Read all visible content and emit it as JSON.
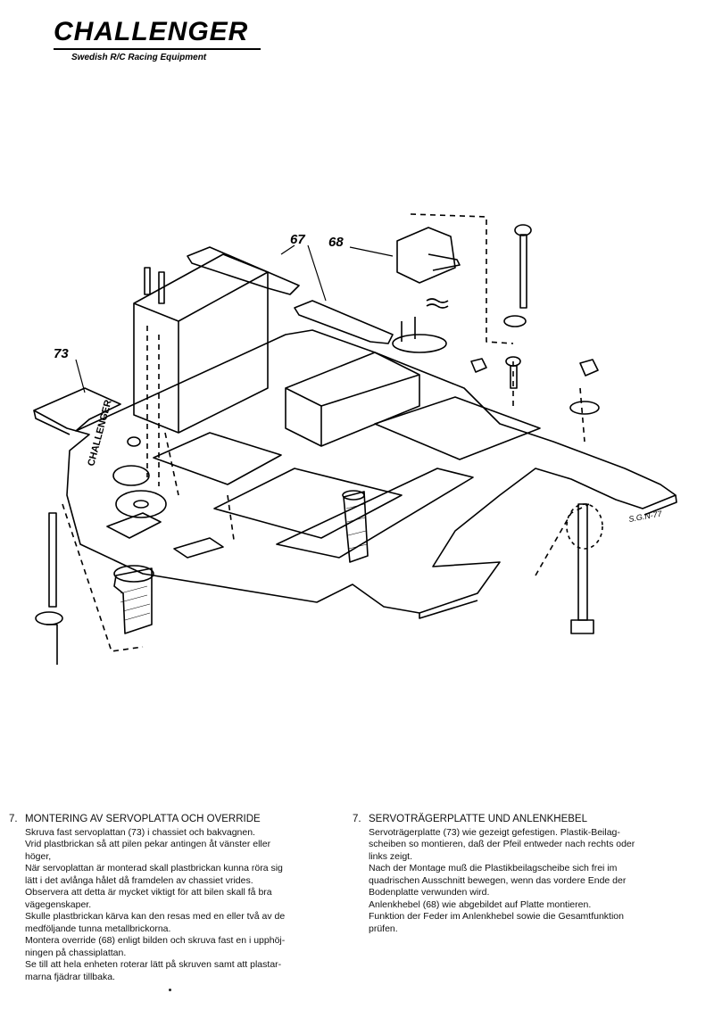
{
  "header": {
    "brand": "CHALLENGER",
    "tagline": "Swedish R/C Racing Equipment"
  },
  "drawing": {
    "callouts": [
      "73",
      "67",
      "68"
    ],
    "signature": "S.G.N-77",
    "chassis_label": "CHALLENGER"
  },
  "sections": {
    "swedish": {
      "number": "7.",
      "title": "MONTERING AV SERVOPLATTA OCH OVERRIDE",
      "lines": [
        "Skruva fast servoplattan (73) i chassiet och bakvagnen.",
        "Vrid plastbrickan så att pilen pekar antingen åt vänster eller",
        "höger,",
        "När servoplattan är monterad skall plastbrickan kunna röra sig",
        "lätt i det avlånga hålet då framdelen av chassiet vrides.",
        "Observera att detta är mycket viktigt för att bilen skall få bra",
        "vägegenskaper.",
        "Skulle plastbrickan kärva kan den resas med en eller två av de",
        "medföljande tunna metallbrickorna.",
        "Montera override (68) enligt bilden och skruva fast en i upphöj-",
        "ningen på chassiplattan.",
        "Se till att hela enheten roterar lätt på skruven samt att plastar-",
        "marna fjädrar tillbaka."
      ]
    },
    "german": {
      "number": "7.",
      "title": "SERVOTRÄGERPLATTE UND ANLENKHEBEL",
      "lines": [
        "Servoträgerplatte (73) wie gezeigt gefestigen. Plastik-Beilag-",
        "scheiben so montieren, daß der Pfeil entweder nach rechts oder",
        "links zeigt.",
        "Nach der Montage muß die Plastikbeilagscheibe sich frei im",
        "quadrischen Ausschnitt bewegen, wenn das vordere Ende der",
        "Bodenplatte verwunden wird.",
        "Anlenkhebel (68) wie abgebildet auf Platte montieren.",
        "Funktion der Feder im Anlenkhebel sowie die Gesamtfunktion",
        "prüfen."
      ]
    }
  }
}
